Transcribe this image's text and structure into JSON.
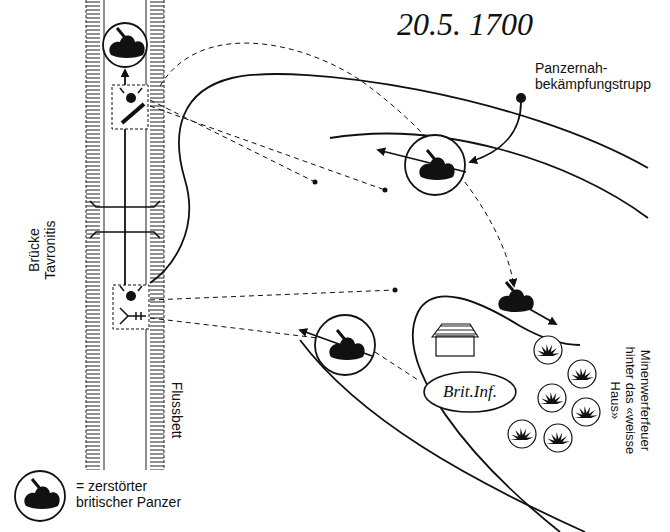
{
  "diagram": {
    "nodes": [
      {
        "text": [
          "Brit.Inf."
        ]
      }
    ],
    "labels": [
      "20.5. 1700",
      "Panzernah- bekämpfungstrupp",
      "Brücke Tavronitis",
      "Flussbett",
      "Minenwerferfeuer hinter das «weisse Haus»"
    ],
    "legend": [
      {
        "text": "= zerstörter britischer Panzer"
      }
    ]
  }
}
